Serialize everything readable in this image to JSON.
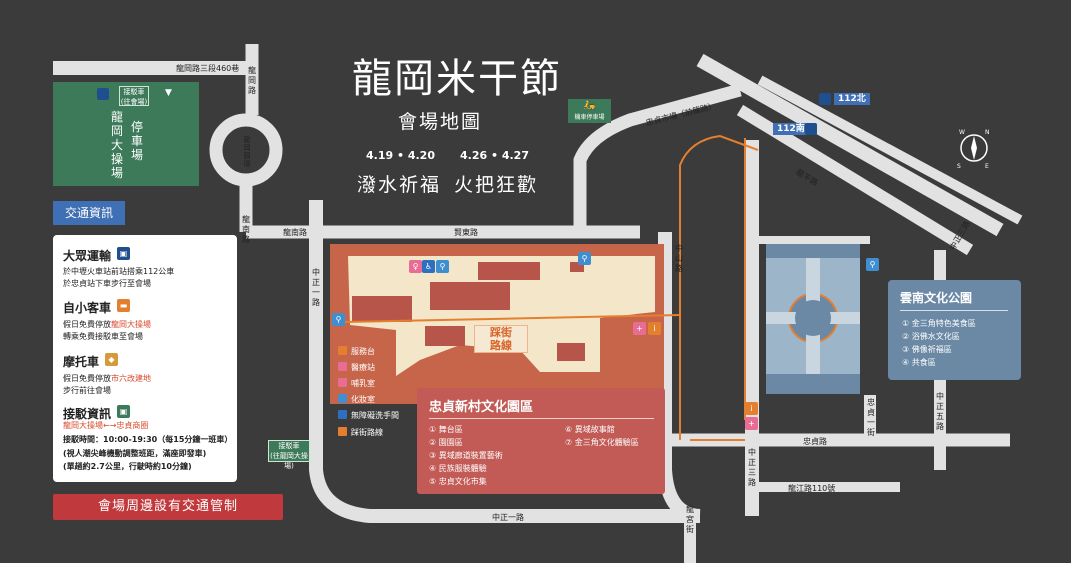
{
  "title": "龍岡米干節",
  "subtitle": "會場地圖",
  "events": [
    {
      "date": "4.19 • 4.20",
      "name": "潑水祈福"
    },
    {
      "date": "4.26 • 4.27",
      "name": "火把狂歡"
    }
  ],
  "parking_lot": {
    "name": "龍岡大操場",
    "tag": "停車場",
    "shuttle_label": "接駁車",
    "shuttle_sub": "(往會場)"
  },
  "roundabout_label": "龍岡圓環",
  "roads": {
    "longgang_rd3_460": "龍岡路三段460巷",
    "longgang_rd": "龍岡路",
    "longnan_rd": "龍南路",
    "zhongzheng1_top": "中正一路",
    "zhongzheng1_bottom": "中正一路",
    "xianqian_rd": "賢東路",
    "zhongshan_rd": "中山路",
    "zhongzhen_market": "忠貞市場（前龍路）",
    "longping_rd": "龍平路",
    "zhongzheng3_rd": "中正三路",
    "zhongzheng3_top": "中正三路",
    "zhongzhen1_st": "忠貞一街",
    "zhongzhen_rd": "忠貞路",
    "longjiang_110": "龍江路110號",
    "longgong_st": "龍宮街",
    "zhongzheng5_rd": "中正五路"
  },
  "moto_lot": "機車停車場",
  "bus": {
    "north": "112北",
    "south": "112南"
  },
  "traffic": {
    "header": "交通資訊",
    "public": {
      "title": "大眾運輸",
      "lines": [
        "於中壢火車站前站搭乘112公車",
        "於忠貞站下車步行至會場"
      ]
    },
    "car": {
      "title": "自小客車",
      "lines": [
        "假日免費停放龍岡大操場",
        "轉乘免費接駁車至會場"
      ]
    },
    "moto": {
      "title": "摩托車",
      "lines": [
        "假日免費停放市六改建地",
        "步行前往會場"
      ]
    },
    "shuttle": {
      "title": "接駁資訊",
      "lines": [
        "龍岡大操場←→忠貞商圈",
        "接駁時間：10:00-19:30（每15分鐘一班車）",
        "(視人潮尖峰機動調整班距，滿座即發車)",
        "(單趟約2.7公里，行駛時約10分鐘)"
      ]
    }
  },
  "warning": "會場周邊設有交通管制",
  "shuttle_stop": {
    "label": "接駁車",
    "sub": "(往龍岡大操場)"
  },
  "map_legend": [
    "服務台",
    "醫療站",
    "哺乳室",
    "化妝室",
    "無障礙洗手間",
    "踩街路線"
  ],
  "street_route": "踩街路線",
  "village": {
    "title": "忠貞新村文化園區",
    "items_left": [
      "① 舞台區",
      "② 園園區",
      "③ 異域廊道裝置藝術",
      "④ 民族服裝體驗",
      "⑤ 忠貞文化市集"
    ],
    "items_right": [
      "⑥ 異域故事館",
      "⑦ 金三角文化體驗區"
    ]
  },
  "park": {
    "title": "雲南文化公園",
    "items": [
      "① 金三角特色美食區",
      "② 浴佛水文化區",
      "③ 佛像祈福區",
      "④ 共食區"
    ]
  },
  "colors": {
    "bg": "#3b3b3b",
    "road": "#e6e6e6",
    "village": "#c7654b",
    "park": "#6b89a5",
    "route": "#e47f2f",
    "green": "#3d7a5a",
    "blue": "#3f6fb4",
    "red": "#c0393c"
  }
}
